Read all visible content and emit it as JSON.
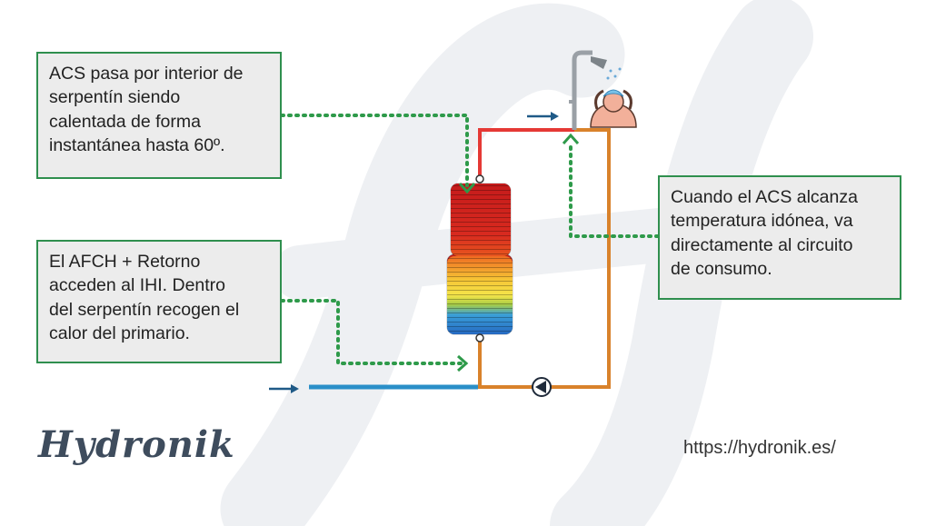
{
  "notes": {
    "top": "ACS pasa por interior de\nserpentín siendo\ncalentada de forma\ninstantánea hasta 60º.",
    "bottom": "El AFCH + Retorno\nacceden al IHI. Dentro\ndel serpentín recogen el\ncalor del primario.",
    "right": "Cuando el ACS alcanza\ntemperatura idónea, va\ndirectamente al circuito\nde consumo."
  },
  "brand": {
    "logo": "Hydronik",
    "url": "https://hydronik.es/"
  },
  "colors": {
    "note_border": "#2f8f4e",
    "dotted_line": "#2e9a4a",
    "hot_pipe": "#e53935",
    "return_pipe": "#d9822b",
    "cold_pipe": "#2a8fc8",
    "arrow": "#1f5a87",
    "coil_gradient": [
      "#c61d1d",
      "#e8531f",
      "#f6d13a",
      "#2b7fd4"
    ]
  },
  "icons": [
    "shower-head-icon",
    "person-showering-icon",
    "circulation-pump-icon",
    "flow-arrow-icon",
    "hydronik-watermark"
  ]
}
